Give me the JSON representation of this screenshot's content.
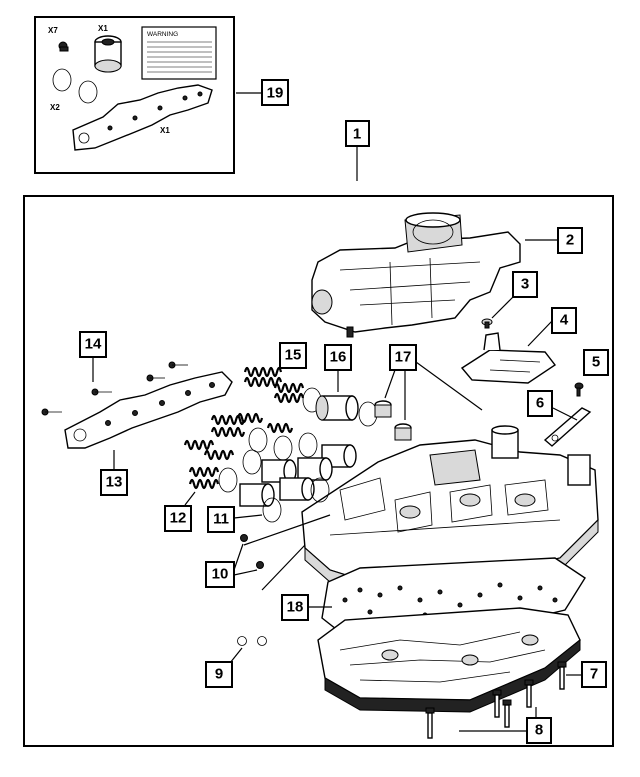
{
  "kit": {
    "labels": {
      "x7": "X7",
      "x1_filter": "X1",
      "x2": "X2",
      "x1_gasket": "X1"
    },
    "warning_title": "WARNING"
  },
  "callouts": {
    "c1": "1",
    "c2": "2",
    "c3": "3",
    "c4": "4",
    "c5": "5",
    "c6": "6",
    "c7": "7",
    "c8": "8",
    "c9": "9",
    "c10": "10",
    "c11": "11",
    "c12": "12",
    "c13": "13",
    "c14": "14",
    "c15": "15",
    "c16": "16",
    "c17": "17",
    "c18": "18",
    "c19": "19"
  }
}
